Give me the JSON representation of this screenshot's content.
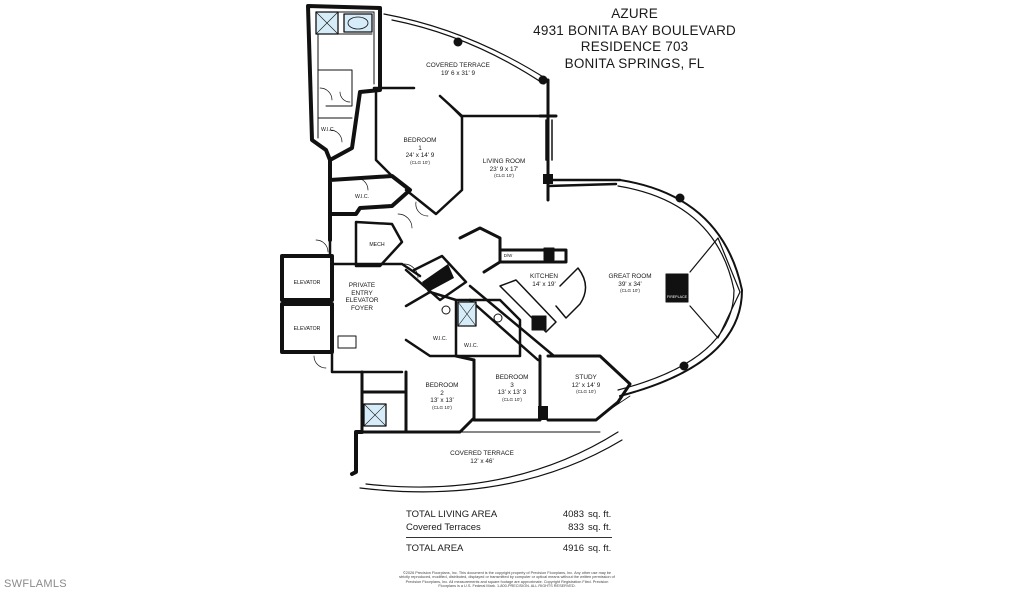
{
  "header": {
    "line1": "AZURE",
    "line2": "4931 BONITA BAY BOULEVARD",
    "line3": "RESIDENCE 703",
    "line4": "BONITA SPRINGS, FL"
  },
  "rooms": {
    "covered_terrace_top": {
      "name": "COVERED TERRACE",
      "size": "19' 6 x 31' 9",
      "ceiling": ""
    },
    "bedroom1": {
      "name": "BEDROOM\n1",
      "size": "24' x 14' 9",
      "ceiling": "(CLG 10')"
    },
    "living_room": {
      "name": "LIVING ROOM",
      "size": "23' 9 x 17'",
      "ceiling": "(CLG 10')"
    },
    "great_room": {
      "name": "GREAT ROOM",
      "size": "39' x 34'",
      "ceiling": "(CLG 10')"
    },
    "kitchen": {
      "name": "KITCHEN",
      "size": "14' x 19'",
      "ceiling": ""
    },
    "foyer": {
      "name": "PRIVATE\nENTRY\nELEVATOR\nFOYER",
      "size": "",
      "ceiling": ""
    },
    "bedroom2": {
      "name": "BEDROOM\n2",
      "size": "13' x 13'",
      "ceiling": "(CLG 10')"
    },
    "bedroom3": {
      "name": "BEDROOM\n3",
      "size": "13' x 13' 3",
      "ceiling": "(CLG 10')"
    },
    "study": {
      "name": "STUDY",
      "size": "12' x 14' 9",
      "ceiling": "(CLG 10')"
    },
    "covered_terrace_bottom": {
      "name": "COVERED TERRACE",
      "size": "12' x 46'",
      "ceiling": ""
    }
  },
  "small_labels": {
    "wic_1": "W.I.C.",
    "wic_2": "W.I.C.",
    "wic_3": "W.I.C.",
    "wic_4": "W.I.C.",
    "mech": "MECH",
    "elevator_1": "ELEVATOR",
    "elevator_2": "ELEVATOR",
    "dw": "D/W",
    "fireplace": "FIREPLACE"
  },
  "totals": {
    "living_label": "TOTAL LIVING AREA",
    "living_value": "4083",
    "terraces_label": "Covered Terraces",
    "terraces_value": "833",
    "total_label": "TOTAL AREA",
    "total_value": "4916",
    "unit": "sq. ft."
  },
  "copyright": "©2026 Precision Floorplans, Inc. This document is the copyright property of Precision Floorplans, Inc. Any other use may be strictly reproduced, modified, distributed, displayed or transmitted by computer or optical means without the written permission of Precision Floorplans, Inc. All measurements and square footage are approximate. Copyright Registration Filed. Precision Floorplans is a U.S. Federal Mark. 1-800-PRECISION. ALL RIGHTS RESERVED.",
  "watermark": "SWFLAMLS"
}
